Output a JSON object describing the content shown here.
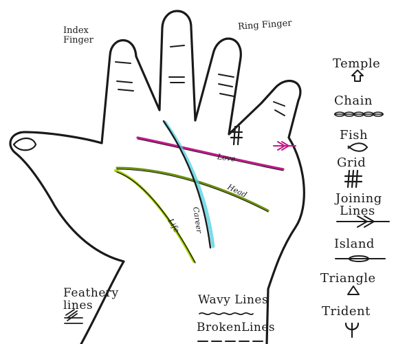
{
  "fingers": {
    "index": [
      "Index",
      "Finger"
    ],
    "ring": "Ring Finger"
  },
  "palm_lines": {
    "love": "Love",
    "head": "Head",
    "career": "Career",
    "life": "Life"
  },
  "symbols": [
    {
      "name": "Temple",
      "icon": "temple-icon"
    },
    {
      "name": "Chain",
      "icon": "chain-icon"
    },
    {
      "name": "Fish",
      "icon": "fish-icon"
    },
    {
      "name": "Grid",
      "icon": "grid-icon"
    },
    {
      "name": "Joining Lines",
      "icon": "joining-lines-icon",
      "name_lines": [
        "Joining",
        "Lines"
      ]
    },
    {
      "name": "Island",
      "icon": "island-icon"
    },
    {
      "name": "Triangle",
      "icon": "triangle-icon"
    },
    {
      "name": "Trident",
      "icon": "trident-icon"
    }
  ],
  "bottom": {
    "feathery": [
      "Feathery",
      "lines"
    ],
    "wavy": "Wavy Lines",
    "broken": "BrokenLines"
  },
  "colors": {
    "love_line": "#c2188a",
    "head_line": "#6a8f0a",
    "life_line": "#a8d400",
    "career_line": "#00bcd4",
    "ink": "#1a1a1a"
  }
}
